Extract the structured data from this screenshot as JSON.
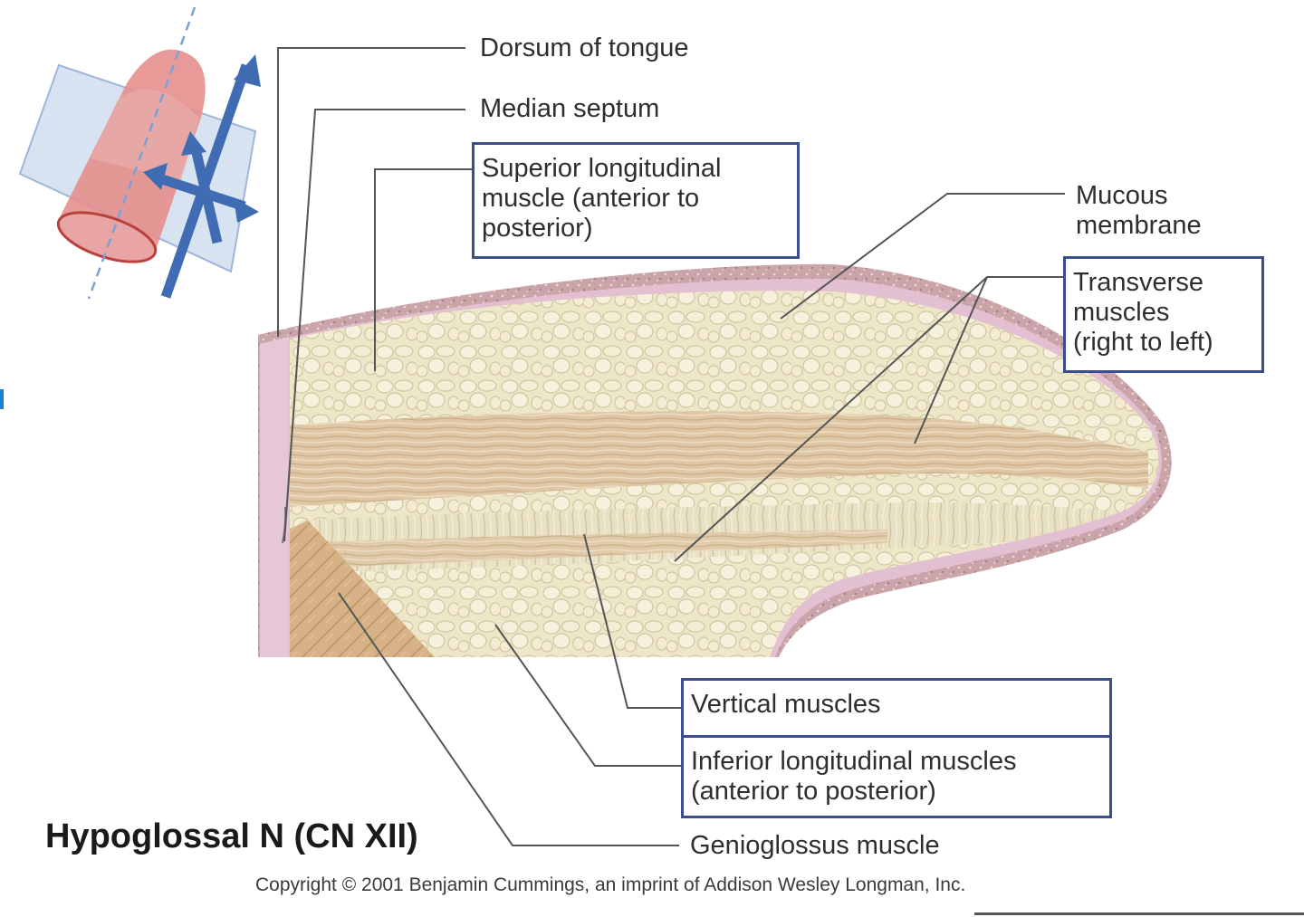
{
  "labels": {
    "dorsum_of_tongue": "Dorsum of tongue",
    "median_septum": "Median septum",
    "mucous_membrane": [
      "Mucous",
      "membrane"
    ],
    "genioglossus_muscle": "Genioglossus muscle"
  },
  "boxed_labels": {
    "superior_longitudinal": [
      "Superior longitudinal",
      "muscle (anterior to",
      "posterior)"
    ],
    "transverse": [
      "Transverse",
      "muscles",
      "(right to left)"
    ],
    "vertical": [
      "Vertical muscles"
    ],
    "inferior_longitudinal": [
      "Inferior longitudinal muscles",
      "(anterior to posterior)"
    ]
  },
  "caption": "Hypoglossal N (CN XII)",
  "copyright": "Copyright © 2001 Benjamin Cummings, an imprint of Addison Wesley Longman, Inc.",
  "colors": {
    "box_border": "#3b4d8f",
    "leader_line": "#555555",
    "mucosa_pink": "#e3bfd2",
    "mucosa_dark": "#b98a8f",
    "muscle_fat": "#ece6c6",
    "muscle_fiber": "#dcc3a2",
    "genioglossus": "#d5b084",
    "orientation_arrow": "#3f6cb2",
    "orientation_tongue": "#e48f8c",
    "orientation_plane": "#cbd9ee"
  }
}
